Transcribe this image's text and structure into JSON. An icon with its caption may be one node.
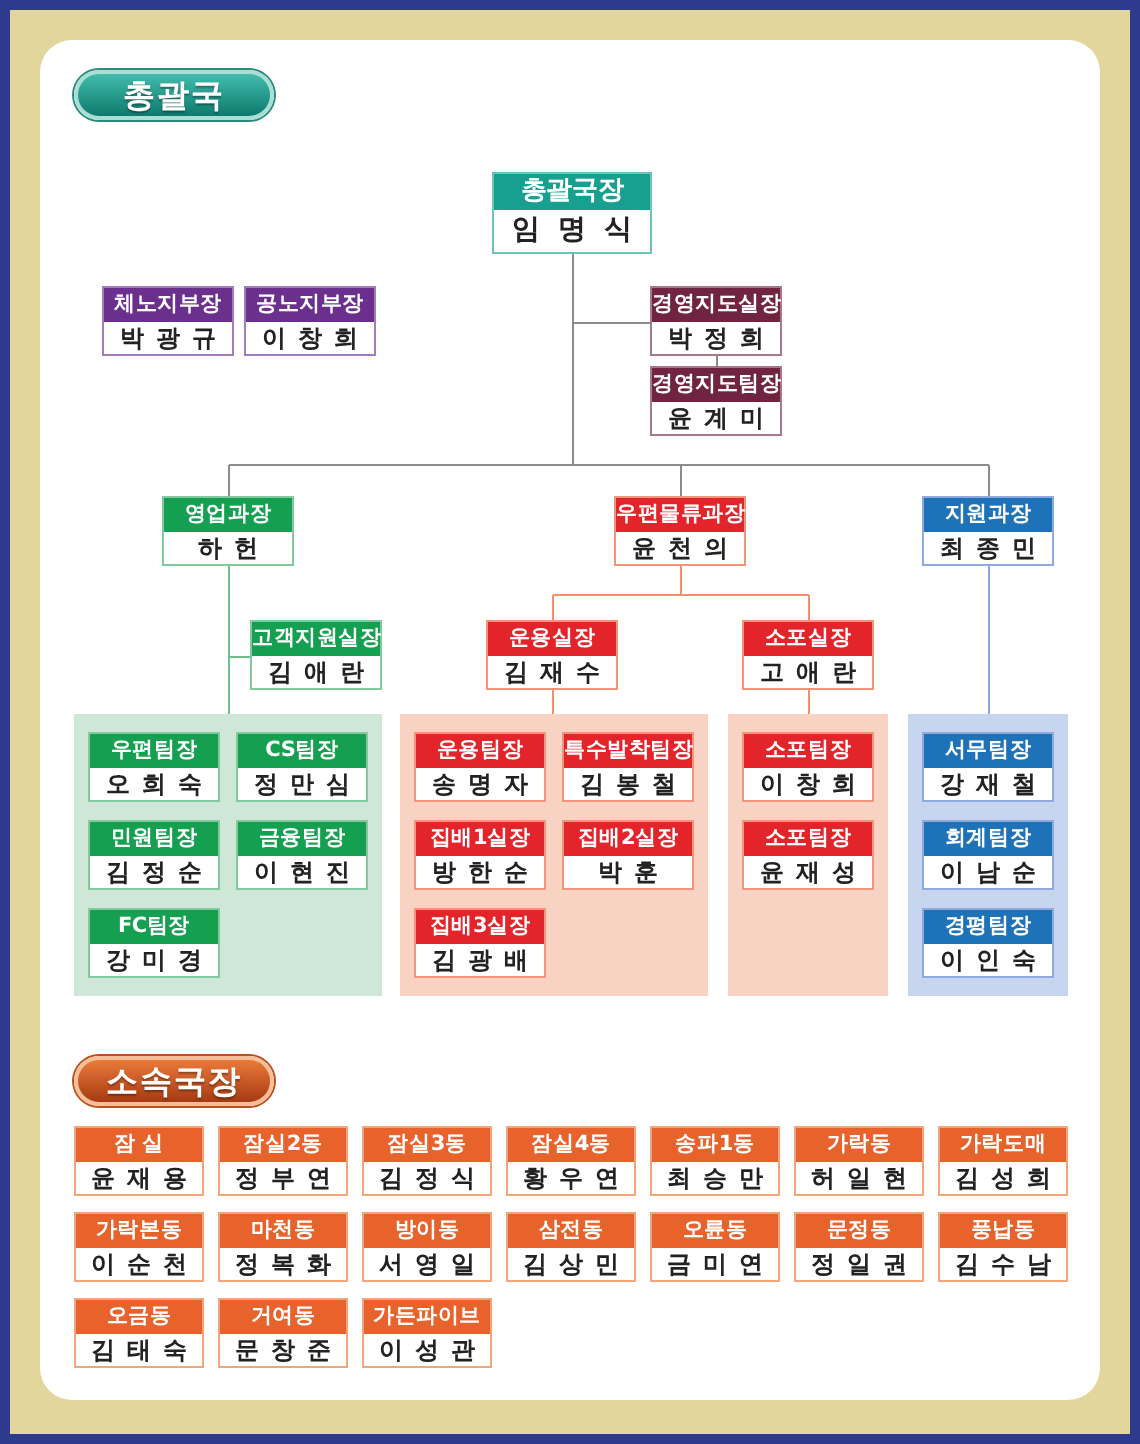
{
  "diagram": {
    "nodes": [
      {
        "text": [
          "총괄국"
        ]
      },
      {
        "text": [
          "총괄국장",
          "임 명 식"
        ]
      },
      {
        "text": [
          "체노지부장",
          "박 광 규"
        ]
      },
      {
        "text": [
          "공노지부장",
          "이 창 희"
        ]
      },
      {
        "text": [
          "경영지도실장",
          "박 정 희"
        ]
      },
      {
        "text": [
          "경영지도팀장",
          "윤 계 미"
        ]
      },
      {
        "text": [
          "영업과장",
          "하 헌"
        ]
      },
      {
        "text": [
          "우편물류과장",
          "윤 천 의"
        ]
      },
      {
        "text": [
          "지원과장",
          "최 종 민"
        ]
      },
      {
        "text": [
          "고객지원실장",
          "김 애 란"
        ]
      },
      {
        "text": [
          "운용실장",
          "김 재 수"
        ]
      },
      {
        "text": [
          "소포실장",
          "고 애 란"
        ]
      },
      {
        "text": [],
        "shape": "box"
      },
      {
        "text": [
          "우편팀장",
          "오 희 숙"
        ],
        "in": 12
      },
      {
        "text": [
          "CS팀장",
          "정 만 심"
        ],
        "in": 12
      },
      {
        "text": [
          "민원팀장",
          "김 정 순"
        ],
        "in": 12
      },
      {
        "text": [
          "금융팀장",
          "이 현 진"
        ],
        "in": 12
      },
      {
        "text": [
          "FC팀장",
          "강 미 경"
        ],
        "in": 12
      },
      {
        "text": [],
        "shape": "box"
      },
      {
        "text": [
          "운용팀장",
          "송 명 자"
        ],
        "in": 18
      },
      {
        "text": [
          "특수발착팀장",
          "김 봉 철"
        ],
        "in": 18
      },
      {
        "text": [
          "집배1실장",
          "방 한 순"
        ],
        "in": 18
      },
      {
        "text": [
          "집배2실장",
          "박 훈"
        ],
        "in": 18
      },
      {
        "text": [
          "집배3실장",
          "김 광 배"
        ],
        "in": 18
      },
      {
        "text": [],
        "shape": "box"
      },
      {
        "text": [
          "소포팀장",
          "이 창 희"
        ],
        "in": 24
      },
      {
        "text": [
          "소포팀장",
          "윤 재 성"
        ],
        "in": 24
      },
      {
        "text": [],
        "shape": "box"
      },
      {
        "text": [
          "서무팀장",
          "강 재 철"
        ],
        "in": 27
      },
      {
        "text": [
          "회계팀장",
          "이 남 순"
        ],
        "in": 27
      },
      {
        "text": [
          "경평팀장",
          "이 인 숙"
        ],
        "in": 27
      },
      {
        "text": [
          "소속국장"
        ]
      },
      {
        "text": [
          "잠 실",
          "윤 재 용"
        ]
      },
      {
        "text": [
          "잠실2동",
          "정 부 연"
        ]
      },
      {
        "text": [
          "잠실3동",
          "김 정 식"
        ]
      },
      {
        "text": [
          "잠실4동",
          "황 우 연"
        ]
      },
      {
        "text": [
          "송파1동",
          "최 승 만"
        ]
      },
      {
        "text": [
          "가락동",
          "허 일 현"
        ]
      },
      {
        "text": [
          "가락도매",
          "김 성 희"
        ]
      },
      {
        "text": [
          "가락본동",
          "이 순 천"
        ]
      },
      {
        "text": [
          "마천동",
          "정 복 화"
        ]
      },
      {
        "text": [
          "방이동",
          "서 영 일"
        ]
      },
      {
        "text": [
          "삼전동",
          "김 상 민"
        ]
      },
      {
        "text": [
          "오륜동",
          "금 미 연"
        ]
      },
      {
        "text": [
          "문정동",
          "정 일 권"
        ]
      },
      {
        "text": [
          "풍납동",
          "김 수 남"
        ]
      },
      {
        "text": [
          "오금동",
          "김 태 숙"
        ]
      },
      {
        "text": [
          "거여동",
          "문 창 준"
        ]
      },
      {
        "text": [
          "가든파이브",
          "이 성 관"
        ]
      }
    ],
    "edges": [
      {
        "from": 1,
        "to": 4,
        "arrow": "none"
      },
      {
        "from": 4,
        "to": 5,
        "arrow": "none"
      },
      {
        "from": 1,
        "to": 6,
        "arrow": "none"
      },
      {
        "from": 1,
        "to": 7,
        "arrow": "none"
      },
      {
        "from": 1,
        "to": 8,
        "arrow": "none"
      },
      {
        "from": 6,
        "to": 9,
        "arrow": "none",
        "color": "#6cbf8a"
      },
      {
        "from": 6,
        "to": 12,
        "arrow": "none",
        "color": "#6cbf8a"
      },
      {
        "from": 7,
        "to": 10,
        "arrow": "none",
        "color": "#f0906e"
      },
      {
        "from": 7,
        "to": 11,
        "arrow": "none",
        "color": "#f0906e"
      },
      {
        "from": 10,
        "to": 18,
        "arrow": "none",
        "color": "#f0906e"
      },
      {
        "from": 11,
        "to": 24,
        "arrow": "none",
        "color": "#f0906e"
      },
      {
        "from": 8,
        "to": 27,
        "arrow": "none",
        "color": "#8aa5dc"
      }
    ]
  }
}
